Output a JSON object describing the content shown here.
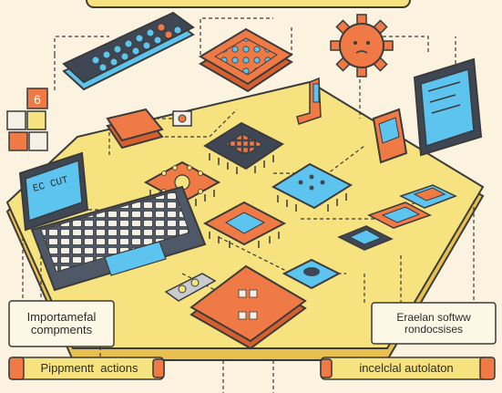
{
  "laptop": {
    "screen_text": "EC CUT"
  },
  "labels": {
    "left_box": {
      "line1": "Importamefal",
      "line2": "compments"
    },
    "left_pill": {
      "text": "Pippmentt  actions"
    },
    "right_box": {
      "line1": "Eraelan softww",
      "line2": "rondocsises"
    },
    "right_pill": {
      "text": "incelclal autolaton"
    }
  },
  "palette": {
    "board": "#f6e27e",
    "orange": "#f07a45",
    "blue": "#5cc4ee",
    "outline": "#3b3b3b",
    "background": "#fbf3df"
  },
  "icons": [
    "gear-icon",
    "tablet-icon",
    "phone-icon",
    "keyboard-icon",
    "chip-icon",
    "laptop-icon",
    "dice-icon"
  ]
}
